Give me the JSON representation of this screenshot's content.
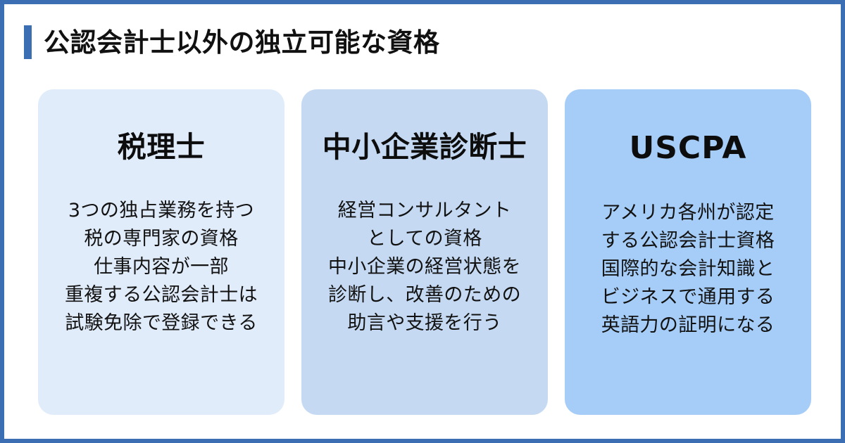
{
  "page": {
    "border_color": "#3c6eb4",
    "background_color": "#ffffff"
  },
  "header": {
    "accent_color": "#3c6eb4",
    "title": "公認会計士以外の独立可能な資格"
  },
  "cards": [
    {
      "id": "zeirishi",
      "title": "税理士",
      "title_script": "japanese",
      "background_color": "#e1ecfb",
      "lines": [
        "3つの独占業務を持つ",
        "税の専門家の資格",
        "仕事内容が一部",
        "重複する公認会計士は",
        "試験免除で登録できる"
      ]
    },
    {
      "id": "chusho-kigyo-shindanshi",
      "title": "中小企業診断士",
      "title_script": "japanese",
      "background_color": "#c5daf2",
      "lines": [
        "経営コンサルタント",
        "としての資格",
        "中小企業の経営状態を",
        "診断し、改善のための",
        "助言や支援を行う"
      ]
    },
    {
      "id": "uscpa",
      "title": "USCPA",
      "title_script": "latin",
      "background_color": "#a6cdf8",
      "lines": [
        "アメリカ各州が認定",
        "する公認会計士資格",
        "国際的な会計知識と",
        "ビジネスで通用する",
        "英語力の証明になる"
      ]
    }
  ]
}
